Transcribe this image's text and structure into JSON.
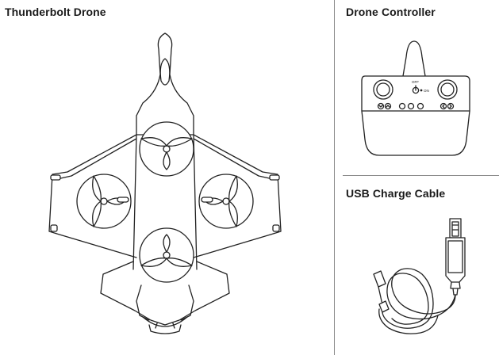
{
  "sections": {
    "drone": {
      "title": "Thunderbolt Drone",
      "icon": "drone-illustration"
    },
    "controller": {
      "title": "Drone Controller",
      "icon": "remote-controller-illustration",
      "power_off_label": "OFF",
      "power_on_label": "ON"
    },
    "cable": {
      "title": "USB Charge Cable",
      "icon": "usb-cable-illustration"
    }
  }
}
